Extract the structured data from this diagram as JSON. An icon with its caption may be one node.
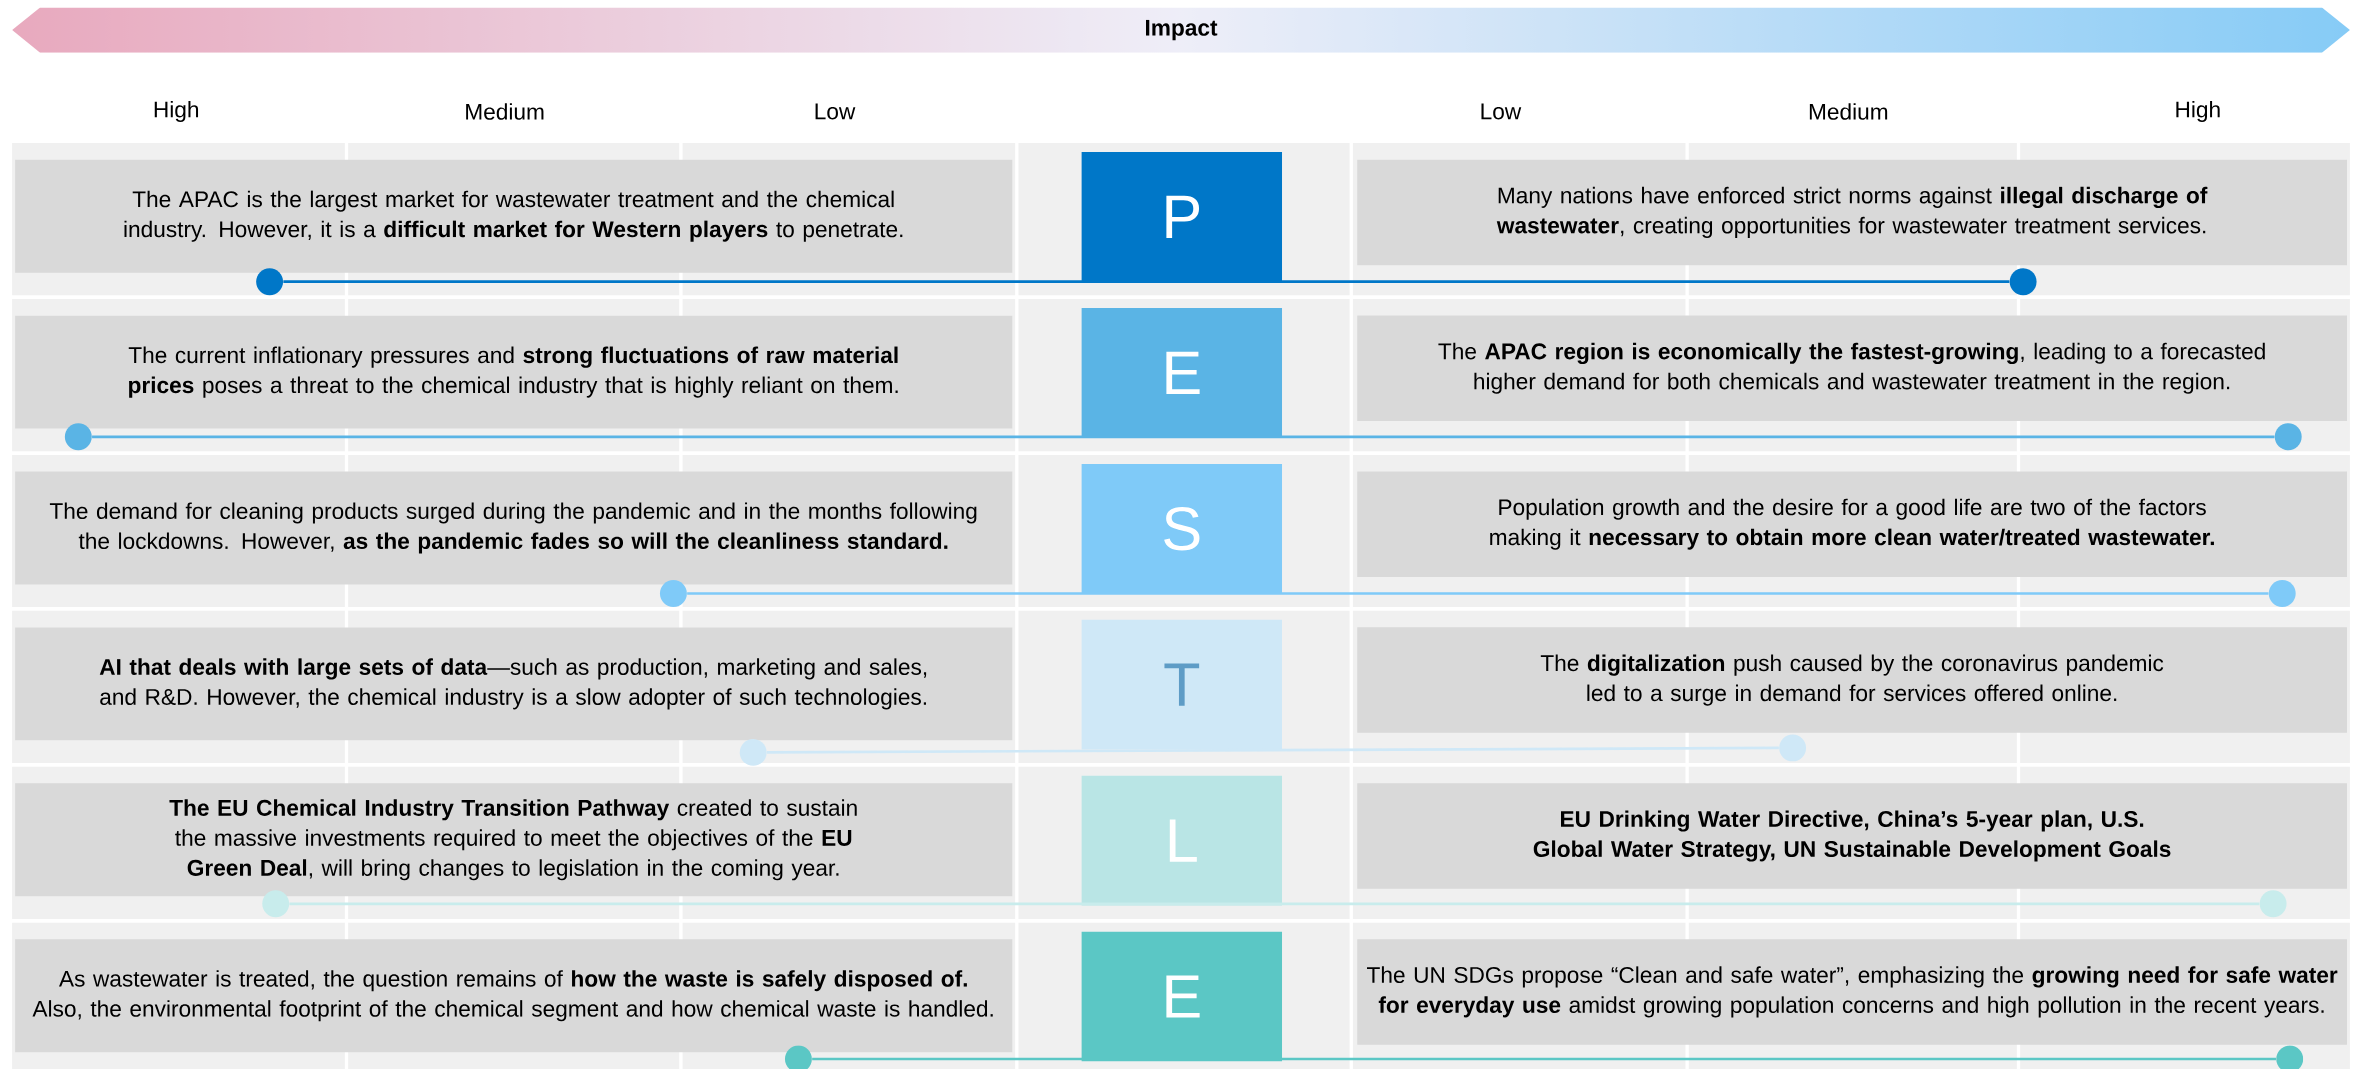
{
  "diagram": {
    "nodes": [
      {
        "text": [
          "Impact"
        ]
      },
      {
        "text": [
          "The APAC is the largest market for wastewater treatment and the chemical industry. However, it is a **difficult market for Western players** to penetrate."
        ]
      },
      {
        "text": [
          "P"
        ]
      },
      {
        "text": [
          "Many nations have enforced strict norms against **illegal discharge of wastewater**, creating opportunities for wastewater treatment services."
        ]
      },
      {
        "text": [],
        "shape": "circle"
      },
      {
        "text": [],
        "shape": "circle"
      },
      {
        "text": [
          "The current inflationary pressures and **strong fluctuations of raw material prices** poses a threat to the chemical industry that is highly reliant on them."
        ]
      },
      {
        "text": [
          "E"
        ]
      },
      {
        "text": [
          "The **APAC region is economically the fastest-growing**, leading to a forecasted higher demand for both chemicals and wastewater treatment in the region."
        ]
      },
      {
        "text": [],
        "shape": "circle"
      },
      {
        "text": [],
        "shape": "circle"
      },
      {
        "text": [
          "The demand for cleaning products surged during the pandemic and in the months following the lockdowns. However, **as the pandemic fades so will the cleanliness standard.**"
        ]
      },
      {
        "text": [
          "S"
        ]
      },
      {
        "text": [
          "Population growth and the desire for a good life are two of the factors making it **necessary to obtain more clean water/treated wastewater.**"
        ]
      },
      {
        "text": [],
        "shape": "circle"
      },
      {
        "text": [],
        "shape": "circle"
      },
      {
        "text": [
          "**AI that deals with large sets of data**—such as production, marketing and sales, and R&D. However, the chemical industry is a slow adopter of such technologies."
        ]
      },
      {
        "text": [
          "T"
        ]
      },
      {
        "text": [
          "The **digitalization** push caused by the coronavirus pandemic led to a surge in demand for services offered online."
        ]
      },
      {
        "text": [],
        "shape": "circle"
      },
      {
        "text": [],
        "shape": "circle"
      },
      {
        "text": [
          "**The EU Chemical Industry Transition Pathway** created to sustain the massive investments required to meet the objectives of the **EU Green Deal**, will bring changes to legislation in the coming year."
        ]
      },
      {
        "text": [
          "L"
        ]
      },
      {
        "text": [
          "EU Drinking Water Directive, China’s 5-year plan, U.S. Global Water Strategy, UN Sustainable Development Goals"
        ]
      },
      {
        "text": [],
        "shape": "circle"
      },
      {
        "text": [],
        "shape": "circle"
      },
      {
        "text": [
          "As wastewater is treated, the question remains of **how the waste is safely disposed of.** Also, the environmental footprint of the chemical segment and how chemical waste is handled."
        ]
      },
      {
        "text": [
          "E"
        ]
      },
      {
        "text": [
          "The UN SDGs propose “Clean and safe water”, emphasizing the **growing need for safe water for everyday use** amidst growing population concerns and high pollution in the recent years."
        ]
      },
      {
        "text": [],
        "shape": "circle"
      },
      {
        "text": [],
        "shape": "circle"
      }
    ],
    "edges": [
      {
        "from": 4,
        "to": 5,
        "arrow": "none",
        "color": "#0077c8"
      },
      {
        "from": 9,
        "to": 10,
        "arrow": "none",
        "color": "#5ab4e5"
      },
      {
        "from": 14,
        "to": 15,
        "arrow": "none",
        "color": "#7fcaf8"
      },
      {
        "from": 19,
        "to": 20,
        "arrow": "none",
        "color": "#cfe8f7"
      },
      {
        "from": 24,
        "to": 25,
        "arrow": "none",
        "color": "#c8ecec"
      },
      {
        "from": 29,
        "to": 30,
        "arrow": "none",
        "color": "#5bc7c5"
      }
    ],
    "labels": [
      "High",
      "Medium",
      "Low",
      "Low",
      "Medium",
      "High"
    ]
  }
}
